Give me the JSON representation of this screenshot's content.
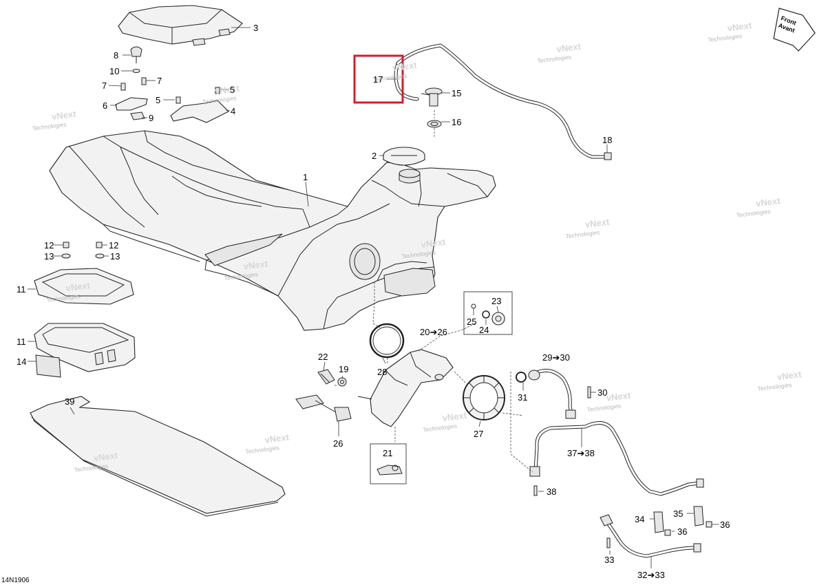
{
  "diagram": {
    "code": "14N1906",
    "direction_badge": {
      "line1": "Front",
      "line2": "Avant"
    },
    "watermark": {
      "line1": "vNext",
      "line2": "Technologies"
    },
    "highlight_color": "#d01e2a",
    "highlighted_part": "17",
    "callouts": {
      "c1": "1",
      "c2": "2",
      "c3": "3",
      "c4": "4",
      "c5a": "5",
      "c5b": "5",
      "c6": "6",
      "c7a": "7",
      "c7b": "7",
      "c8": "8",
      "c9": "9",
      "c10": "10",
      "c11a": "11",
      "c11b": "11",
      "c12a": "12",
      "c12b": "12",
      "c13a": "13",
      "c13b": "13",
      "c14": "14",
      "c15": "15",
      "c16": "16",
      "c17": "17",
      "c18": "18",
      "c19": "19",
      "c20": "20➔26",
      "c21": "21",
      "c22": "22",
      "c23": "23",
      "c24": "24",
      "c25": "25",
      "c26": "26",
      "c27": "27",
      "c28": "28",
      "c29": "29➔30",
      "c30": "30",
      "c31": "31",
      "c32": "32➔33",
      "c33": "33",
      "c34": "34",
      "c35": "35",
      "c36a": "36",
      "c36b": "36",
      "c37": "37➔38",
      "c38": "38",
      "c39": "39"
    }
  }
}
